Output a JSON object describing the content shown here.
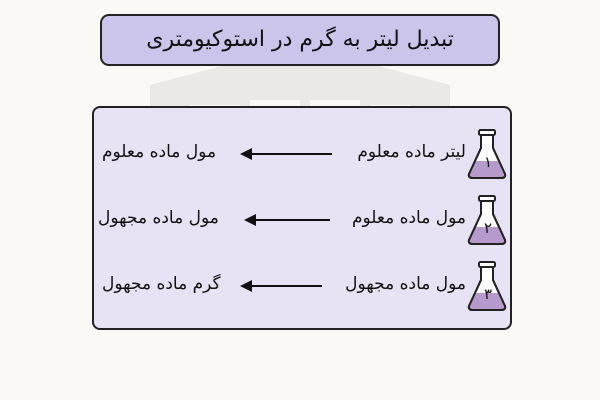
{
  "title": "تبدیل لیتر به گرم در استوکیومتری",
  "colors": {
    "background": "#fbf9f6",
    "title_fill": "#cbc5ec",
    "panel_fill": "#e7e3f5",
    "flask_liquid": "#b69acb",
    "border": "#222222"
  },
  "steps": [
    {
      "number": "۱",
      "from": "لیتر ماده معلوم",
      "to": "مول ماده معلوم",
      "icon": "flask-icon"
    },
    {
      "number": "۲",
      "from": "مول ماده معلوم",
      "to": "مول ماده مجهول",
      "icon": "flask-icon"
    },
    {
      "number": "۳",
      "from": "مول ماده مجهول",
      "to": "گرم ماده مجهول",
      "icon": "flask-icon"
    }
  ]
}
